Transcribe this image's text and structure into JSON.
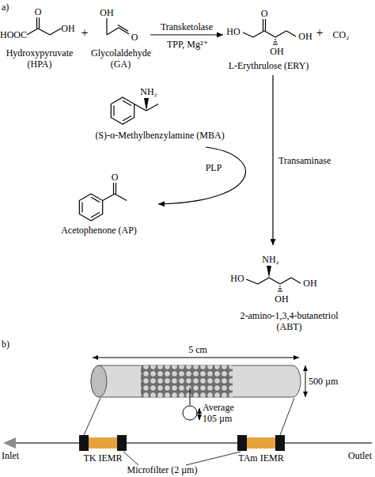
{
  "diagram": {
    "nodes": [
      {
        "text": [
          "HOOC",
          "O",
          "OH",
          "Hydroxypyruvate (HPA)"
        ]
      },
      {
        "text": [
          "OH",
          "O",
          "Glycolaldehyde (GA)"
        ]
      },
      {
        "text": [
          "HO",
          "O",
          "OH",
          "OH",
          "L-Erythrulose (ERY)"
        ]
      },
      {
        "text": [
          "CO₂"
        ]
      },
      {
        "text": [
          "NH₂",
          "(S)-α-Methylbenzylamine (MBA)"
        ]
      },
      {
        "text": [
          "O",
          "Acetophenone (AP)"
        ]
      },
      {
        "text": [
          "HO",
          "NH₂",
          "OH",
          "OH",
          "2-amino-1,3,4-butanetriol (ABT)"
        ]
      }
    ],
    "edges": [
      {
        "from": 1,
        "to": 2,
        "arrow": "to",
        "label": "Transketolase"
      },
      {
        "from": 2,
        "to": 6,
        "arrow": "to",
        "label": "Transaminase"
      },
      {
        "from": 4,
        "to": 5,
        "arrow": "to",
        "label": "PLP"
      }
    ],
    "labels": [
      "a)",
      "+",
      "TPP, Mg²⁺",
      "+",
      "b)",
      "5 cm",
      "500 µm",
      "Average 105 µm",
      "Inlet",
      "TK IEMR",
      "TAm IEMR",
      "Microfilter (2 µm)",
      "Outlet"
    ]
  }
}
